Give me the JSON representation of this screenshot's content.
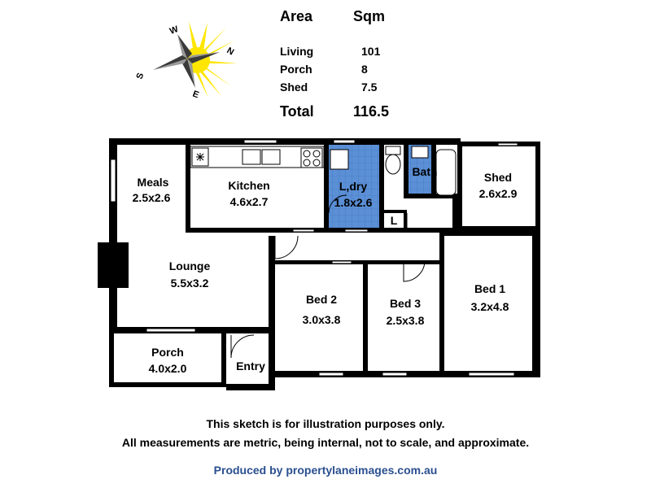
{
  "area_table": {
    "col1_header": "Area",
    "col2_header": "Sqm",
    "rows": [
      {
        "label": "Living",
        "value": "101"
      },
      {
        "label": "Porch",
        "value": "8"
      },
      {
        "label": "Shed",
        "value": "7.5"
      }
    ],
    "total_label": "Total",
    "total_value": "116.5"
  },
  "compass": {
    "icon": "compass-rose-icon",
    "letters": {
      "n": "N",
      "s": "S",
      "e": "E",
      "w": "W"
    },
    "colors": {
      "sun": "#ffe600",
      "needle_dark": "#3a3a3a",
      "needle_light": "#9a9a9a"
    }
  },
  "rooms": {
    "meals": {
      "name": "Meals",
      "size": "2.5x2.6"
    },
    "kitchen": {
      "name": "Kitchen",
      "size": "4.6x2.7"
    },
    "laundry": {
      "name": "L,dry",
      "size": "1.8x2.6"
    },
    "bath": {
      "name": "Bath"
    },
    "linen": {
      "name": "L"
    },
    "shed": {
      "name": "Shed",
      "size": "2.6x2.9"
    },
    "lounge": {
      "name": "Lounge",
      "size": "5.5x3.2"
    },
    "bed2": {
      "name": "Bed 2",
      "size": "3.0x3.8"
    },
    "bed3": {
      "name": "Bed 3",
      "size": "2.5x3.8"
    },
    "bed1": {
      "name": "Bed 1",
      "size": "3.2x4.8"
    },
    "porch": {
      "name": "Porch",
      "size": "4.0x2.0"
    },
    "entry": {
      "name": "Entry"
    }
  },
  "colors": {
    "wet_area": "#5b8fd6",
    "wall": "#000000",
    "credit": "#2a4f8f"
  },
  "footer": {
    "disclaimer_line1": "This sketch is for illustration purposes only.",
    "disclaimer_line2": "All measurements are metric, being internal, not to scale, and approximate.",
    "credit": "Produced by propertylaneimages.com.au"
  }
}
